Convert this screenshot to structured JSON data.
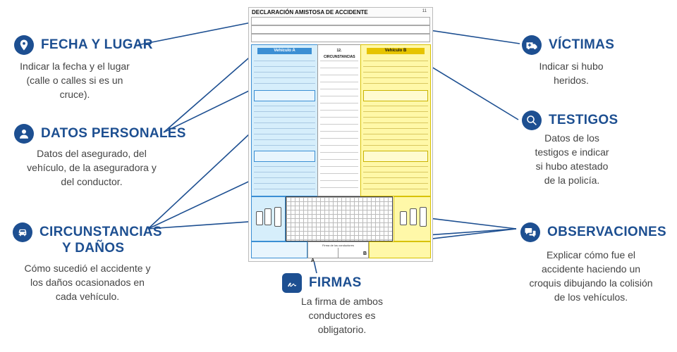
{
  "form": {
    "title": "DECLARACIÓN AMISTOSA DE ACCIDENTE",
    "circ_title": "12. CIRCUNSTANCIAS",
    "vehicle_a": "Vehículo A",
    "vehicle_b": "Vehículo B",
    "firma_caption": "Firma de los conductores",
    "letter_a": "A",
    "letter_b": "B"
  },
  "sections": {
    "fecha": {
      "title": "FECHA Y LUGAR",
      "desc": "Indicar la fecha y el lugar (calle o calles si es un cruce)."
    },
    "datos": {
      "title": "DATOS PERSONALES",
      "desc": "Datos del asegurado, del vehículo, de la aseguradora y del conductor."
    },
    "circ": {
      "title_1": "CIRCUNSTANCIAS",
      "title_2": "Y DAÑOS",
      "desc": "Cómo sucedió el accidente y los daños ocasionados en cada vehículo."
    },
    "firmas": {
      "title": "FIRMAS",
      "desc": "La firma de ambos conductores es obligatorio."
    },
    "victimas": {
      "title": "VÍCTIMAS",
      "desc": "Indicar si hubo heridos."
    },
    "testigos": {
      "title": "TESTIGOS",
      "desc": "Datos de los testigos e indicar si hubo atestado de la policía."
    },
    "obs": {
      "title": "OBSERVACIONES",
      "desc": "Explicar cómo fue el accidente haciendo un croquis dibujando la colisión de los vehículos."
    }
  },
  "colors": {
    "brand": "#1d4f91",
    "blue": "#3b8fd4",
    "yellow": "#e6c400"
  },
  "icons": [
    "location-pin-icon",
    "person-icon",
    "car-crash-icon",
    "signature-icon",
    "ambulance-icon",
    "magnifier-icon",
    "chat-bubbles-icon"
  ]
}
